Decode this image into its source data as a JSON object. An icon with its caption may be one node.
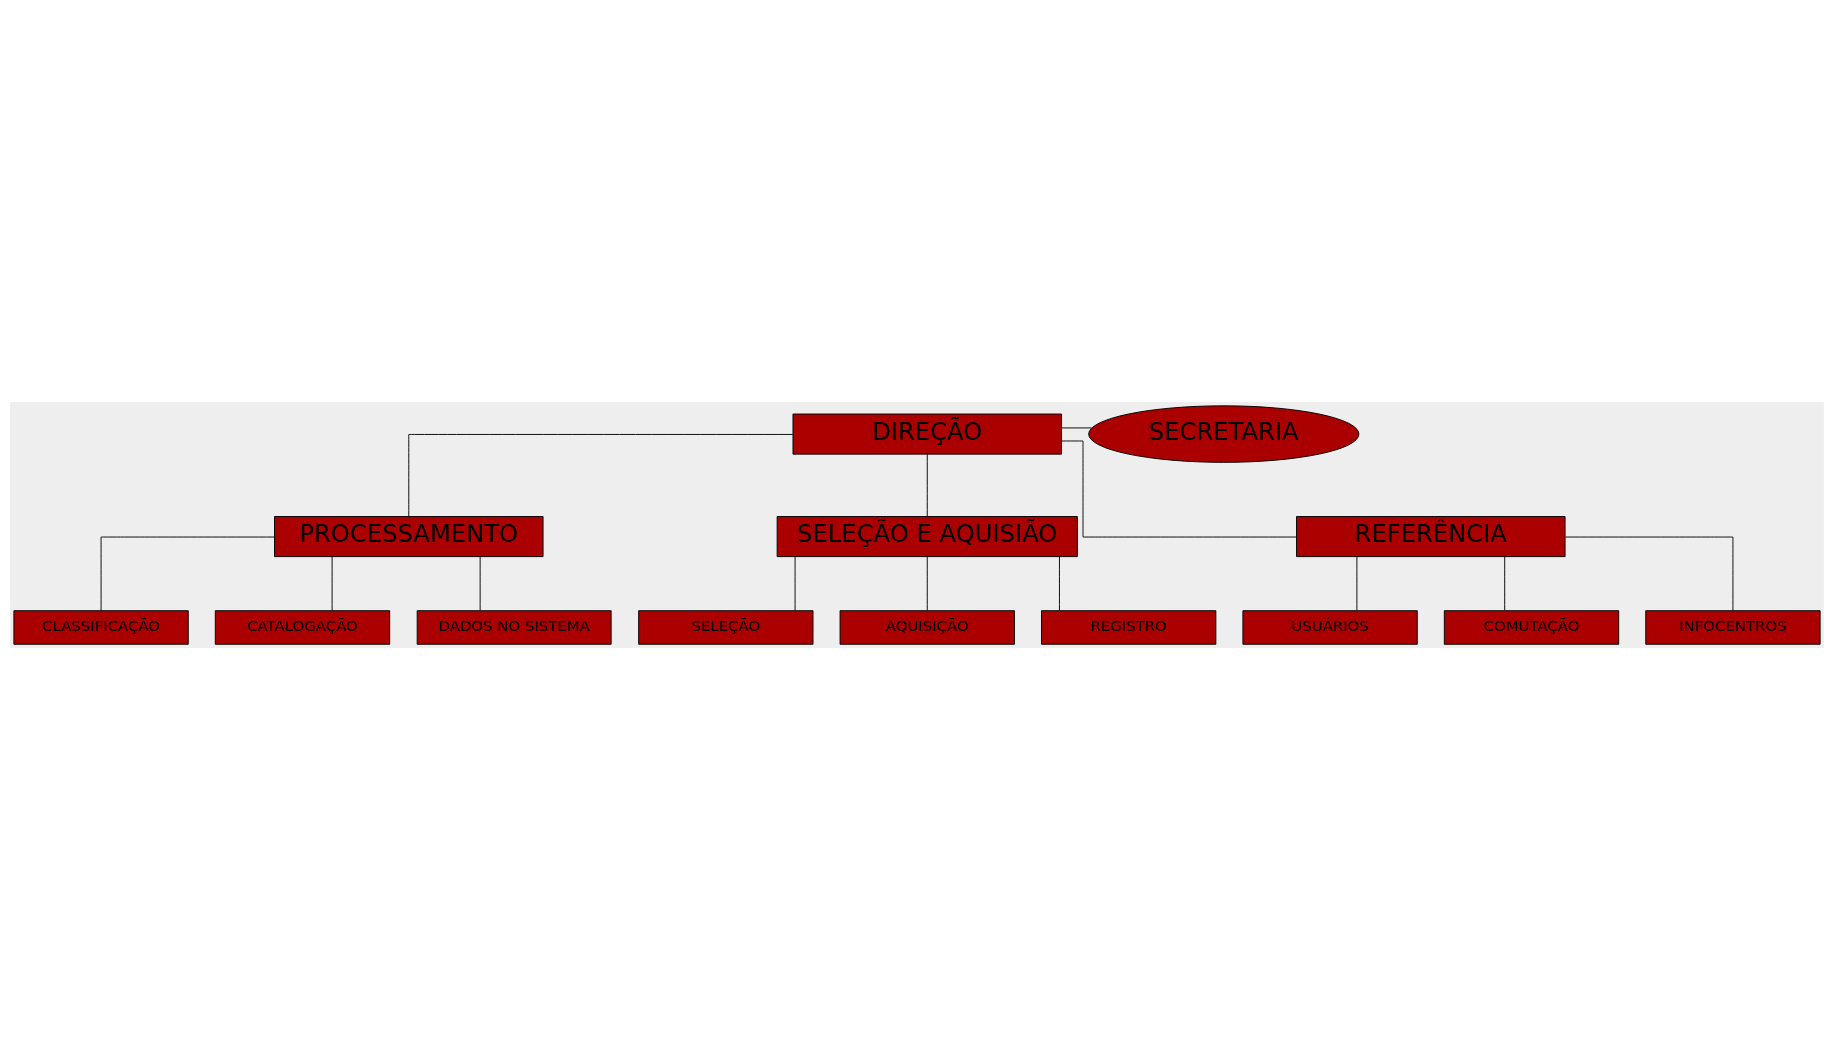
{
  "diagram": {
    "nodes": [
      {
        "text": [
          "DIREÇÃO"
        ]
      },
      {
        "text": [
          "SECRETARIA"
        ]
      },
      {
        "text": [
          "PROCESSAMENTO"
        ]
      },
      {
        "text": [
          "SELEÇÃO E AQUISIÃO"
        ]
      },
      {
        "text": [
          "REFERÊNCIA"
        ]
      },
      {
        "text": [
          "CLASSIFICAÇÃO"
        ]
      },
      {
        "text": [
          "CATALOGAÇÃO"
        ]
      },
      {
        "text": [
          "DADOS NO SISTEMA"
        ]
      },
      {
        "text": [
          "SELEÇÃO"
        ]
      },
      {
        "text": [
          "AQUISIÇÃO"
        ]
      },
      {
        "text": [
          "REGISTRO"
        ]
      },
      {
        "text": [
          "USUÁRIOS"
        ]
      },
      {
        "text": [
          "COMUTAÇÃO"
        ]
      },
      {
        "text": [
          "INFOCENTROS"
        ]
      }
    ],
    "edges": [
      {
        "from": 0,
        "to": 1,
        "arrow": "none"
      },
      {
        "from": 0,
        "to": 2,
        "arrow": "none"
      },
      {
        "from": 0,
        "to": 3,
        "arrow": "none"
      },
      {
        "from": 0,
        "to": 4,
        "arrow": "none"
      },
      {
        "from": 2,
        "to": 5,
        "arrow": "none"
      },
      {
        "from": 2,
        "to": 6,
        "arrow": "none"
      },
      {
        "from": 2,
        "to": 7,
        "arrow": "none"
      },
      {
        "from": 3,
        "to": 8,
        "arrow": "none"
      },
      {
        "from": 3,
        "to": 9,
        "arrow": "none"
      },
      {
        "from": 3,
        "to": 10,
        "arrow": "none"
      },
      {
        "from": 4,
        "to": 11,
        "arrow": "none"
      },
      {
        "from": 4,
        "to": 12,
        "arrow": "none"
      },
      {
        "from": 4,
        "to": 13,
        "arrow": "none"
      }
    ]
  }
}
